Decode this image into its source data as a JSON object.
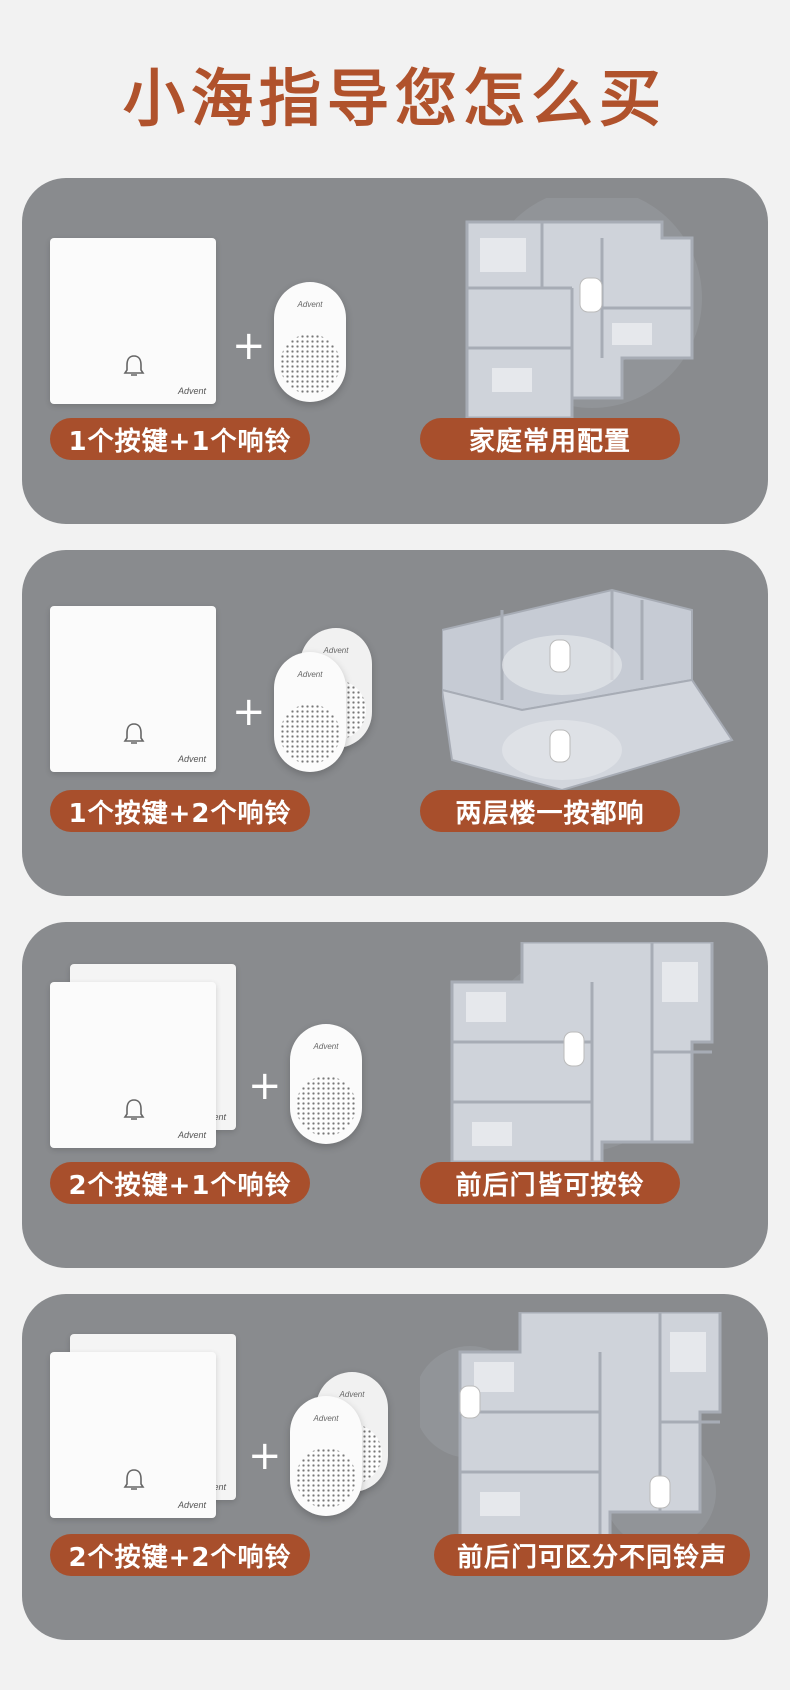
{
  "page": {
    "title": "小海指导您怎么买"
  },
  "product": {
    "brand": "Advent"
  },
  "options": [
    {
      "left_label": "1个按键+1个响铃",
      "right_label": "家庭常用配置",
      "buttons": 1,
      "chimes": 1
    },
    {
      "left_label": "1个按键+2个响铃",
      "right_label": "两层楼一按都响",
      "buttons": 1,
      "chimes": 2
    },
    {
      "left_label": "2个按键+1个响铃",
      "right_label": "前后门皆可按铃",
      "buttons": 2,
      "chimes": 1
    },
    {
      "left_label": "2个按键+2个响铃",
      "right_label": "前后门可区分不同铃声",
      "buttons": 2,
      "chimes": 2
    }
  ],
  "colors": {
    "accent": "#a84f2c",
    "title": "#b0522c",
    "card": "#898b8e"
  }
}
